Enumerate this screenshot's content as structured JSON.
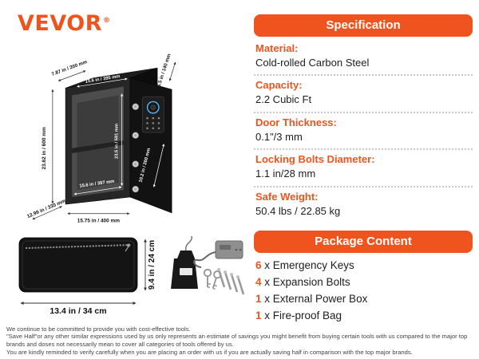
{
  "brand": {
    "name": "VEVOR",
    "registered": "®"
  },
  "colors": {
    "accent": "#F0541E"
  },
  "specification": {
    "header": "Specification",
    "items": [
      {
        "label": "Material:",
        "value": "Cold-rolled Carbon Steel"
      },
      {
        "label": "Capacity:",
        "value": "2.2 Cubic Ft"
      },
      {
        "label": "Door Thickness:",
        "value": "0.1\"/3 mm"
      },
      {
        "label": "Locking Bolts Diameter:",
        "value": "1.1 in/28 mm"
      },
      {
        "label": "Safe Weight:",
        "value": "50.4 lbs / 22.85 kg"
      }
    ]
  },
  "package_content": {
    "header": "Package Content",
    "items": [
      {
        "qty": "6",
        "rest": " x Emergency Keys"
      },
      {
        "qty": "4",
        "rest": " x Expansion Bolts"
      },
      {
        "qty": "1",
        "rest": " x External Power Box"
      },
      {
        "qty": "1",
        "rest": " x Fire-proof Bag"
      }
    ]
  },
  "safe_dimensions": {
    "height": "23.62 in / 600 mm",
    "width": "15.75 in / 400 mm",
    "depth": "12.99 in / 330 mm",
    "interior_top_width": "15.6 in / 395 mm",
    "top_depth": "7.87 in / 200 mm",
    "door_side_depth": "5.5 in / 140 mm",
    "interior_height": "23.5 in / 591 mm",
    "interior_bottom_width": "15.6 in / 397 mm",
    "door_width": "10.2 in / 260 mm"
  },
  "bag_dimensions": {
    "width": "13.4 in / 34 cm",
    "height": "9.4 in / 24 cm"
  },
  "footer": {
    "line1": "We continue to be committed to provide you with cost-effective tools.",
    "line2": "\"Save Half\"or any other similar expressions used by us only represents an estimate of savings you might benefit from buying certain tools with us compared to the major top brands and doses not necessarily mean to cover all categories of tools offered by us.",
    "line3": "You are kindly reminded to verify carefully when you are placing an order with us if you are actually saving half in comparison with the top major brands."
  }
}
